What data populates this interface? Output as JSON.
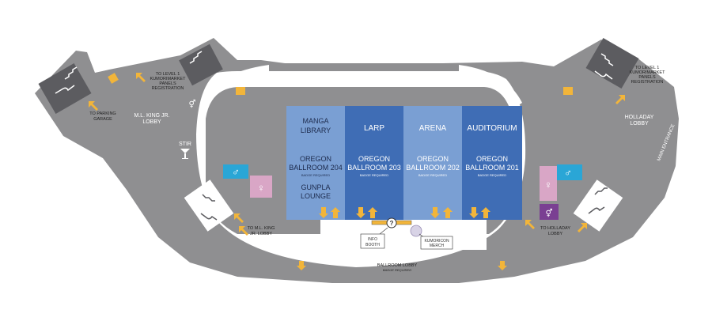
{
  "colors": {
    "floor": "#8f8f91",
    "floor_dark": "#6f6f72",
    "inner": "#ffffff",
    "room_light": "#7a9fd3",
    "room_dark": "#3f6db5",
    "arrow": "#f2b53a",
    "restroom_blue": "#2aa6d6",
    "restroom_pink": "#d9a6c6",
    "family_purple": "#7a3f92",
    "stairs": "#5c5c60"
  },
  "labels": {
    "parking_garage": [
      "TO PARKING",
      "GARAGE"
    ],
    "level1_left": [
      "TO LEVEL 1",
      "KUMORIMARKET",
      "PANELS",
      "REGISTRATION"
    ],
    "level1_right": [
      "TO LEVEL 1",
      "KUMORIMARKET",
      "PANELS",
      "REGISTRATION"
    ],
    "mlk_lobby": [
      "M.L. KING JR.",
      "LOBBY"
    ],
    "mlk_lobby_lower": [
      "TO M.L. KING",
      "JR. LOBBY"
    ],
    "stir": "STIR",
    "holladay_lobby": [
      "HOLLADAY",
      "LOBBY"
    ],
    "holladay_lower": [
      "TO HOLLADAY",
      "LOBBY"
    ],
    "main_entrance": "MAIN ENTRANCE",
    "info_booth": [
      "INFO",
      "BOOTH"
    ],
    "kumoricon_merch": [
      "KUMORICON",
      "MERCH"
    ],
    "ballroom_lobby": "BALLROOM LOBBY",
    "ballroom_lobby_note": "BADGE REQUIRED",
    "info_symbol": "?"
  },
  "rooms": [
    {
      "event_lines": [
        "MANGA",
        "LIBRARY"
      ],
      "room_lines": [
        "OREGON",
        "BALLROOM 204"
      ],
      "note": "BADGE REQUIRED",
      "extra_lines": [
        "GUNPLA",
        "LOUNGE"
      ]
    },
    {
      "event_lines": [
        "LARP"
      ],
      "room_lines": [
        "OREGON",
        "BALLROOM 203"
      ],
      "note": "BADGE REQUIRED",
      "extra_lines": []
    },
    {
      "event_lines": [
        "ARENA"
      ],
      "room_lines": [
        "OREGON",
        "BALLROOM 202"
      ],
      "note": "BADGE REQUIRED",
      "extra_lines": []
    },
    {
      "event_lines": [
        "AUDITORIUM"
      ],
      "room_lines": [
        "OREGON",
        "BALLROOM 201"
      ],
      "note": "BADGE REQUIRED",
      "extra_lines": []
    }
  ]
}
